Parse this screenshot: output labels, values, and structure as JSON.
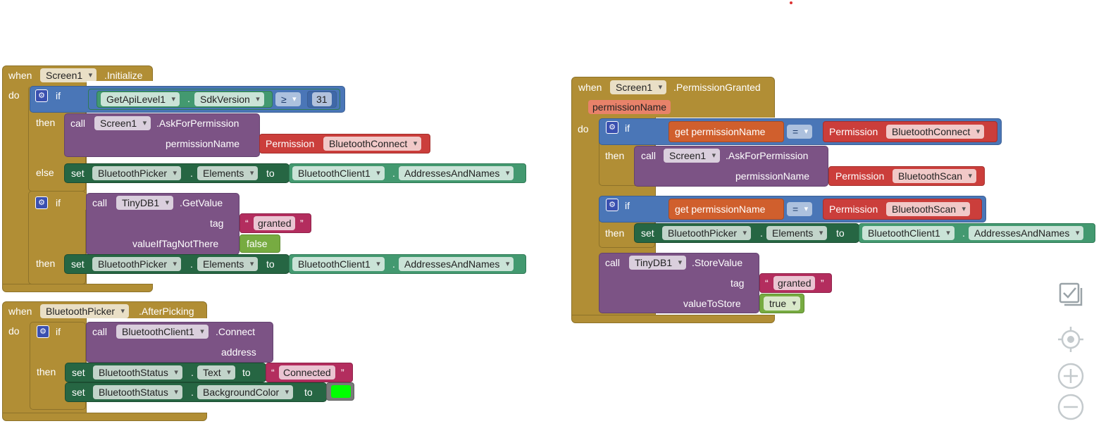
{
  "common": {
    "when": "when",
    "do": "do",
    "if": "if",
    "then": "then",
    "else": "else",
    "call": "call",
    "set": "set",
    "to": "to",
    "dot": ".",
    "qopen": "“",
    "qclose": "”"
  },
  "blocks": {
    "init": {
      "component": "Screen1",
      "event": ".Initialize",
      "cmp_left": "GetApiLevel1",
      "cmp_prop": "SdkVersion",
      "cmp_op": "≥",
      "cmp_num": "31",
      "ask_comp": "Screen1",
      "ask_method": ".AskForPermission",
      "ask_param": "permissionName",
      "perm_label": "Permission",
      "perm_value": "BluetoothConnect",
      "set_comp": "BluetoothPicker",
      "set_prop": "Elements",
      "src_comp": "BluetoothClient1",
      "src_prop": "AddressesAndNames",
      "db_comp": "TinyDB1",
      "db_method": ".GetValue",
      "tag_label": "tag",
      "tag_value": "granted",
      "default_label": "valueIfTagNotThere",
      "default_value": "false",
      "set2_comp": "BluetoothPicker",
      "set2_prop": "Elements",
      "src2_comp": "BluetoothClient1",
      "src2_prop": "AddressesAndNames"
    },
    "picker": {
      "component": "BluetoothPicker",
      "event": ".AfterPicking",
      "call_comp": "BluetoothClient1",
      "call_method": ".Connect",
      "param": "address",
      "set1_comp": "BluetoothStatus",
      "set1_prop": "Text",
      "set1_value": "Connected",
      "set2_comp": "BluetoothStatus",
      "set2_prop": "BackgroundColor",
      "color_value": "#00ff00"
    },
    "perm": {
      "component": "Screen1",
      "event": ".PermissionGranted",
      "param": "permissionName",
      "get_label": "get permissionName",
      "op": "=",
      "perm_label": "Permission",
      "perm1_value": "BluetoothConnect",
      "ask_comp": "Screen1",
      "ask_method": ".AskForPermission",
      "ask_param": "permissionName",
      "ask_perm_value": "BluetoothScan",
      "perm2_value": "BluetoothScan",
      "set_comp": "BluetoothPicker",
      "set_prop": "Elements",
      "src_comp": "BluetoothClient1",
      "src_prop": "AddressesAndNames",
      "db_comp": "TinyDB1",
      "db_method": ".StoreValue",
      "tag_label": "tag",
      "tag_value": "granted",
      "value_label": "valueToStore",
      "value_value": "true"
    }
  },
  "workspace_controls": [
    "checklist-icon",
    "recenter-icon",
    "zoom-in-icon",
    "zoom-out-icon"
  ],
  "colors": {
    "event": "#b18e35",
    "procedure": "#7c5385",
    "control": "#4a76b7",
    "setter": "#266643",
    "component": "#439970",
    "permission": "#cb3e3b",
    "string": "#b32d5e",
    "logic": "#77ab41",
    "getter": "#d05f2d"
  }
}
